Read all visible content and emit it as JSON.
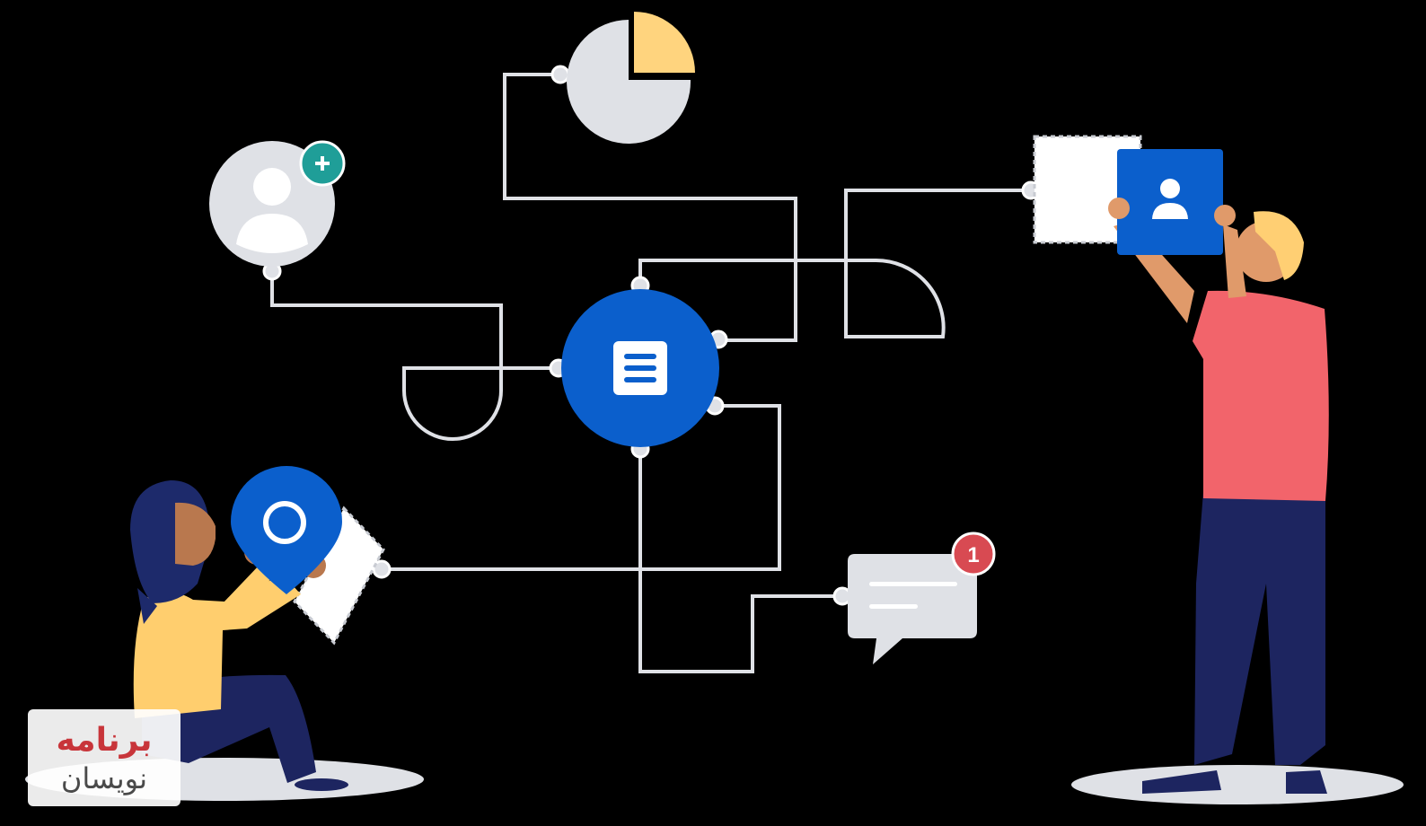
{
  "notification": {
    "count": "1"
  },
  "watermark": {
    "line1": "برنامه",
    "line2": "نویسان"
  },
  "colors": {
    "background": "#000000",
    "connector": "#dfe1e6",
    "hub_blue": "#0b5fcc",
    "pie_yellow": "#ffd47e",
    "avatar_grey": "#dfe1e6",
    "plus_teal": "#1f9e98",
    "badge_red": "#d84a52",
    "shirt_red": "#f2646b",
    "pants_navy": "#1d2560",
    "sweater_yellow": "#ffce6e",
    "hijab_navy": "#1d2a6b"
  },
  "icons": [
    "document-icon",
    "pie-chart-icon",
    "user-avatar-icon",
    "plus-icon",
    "location-pin-icon",
    "person-card-icon",
    "chat-bubble-icon"
  ]
}
